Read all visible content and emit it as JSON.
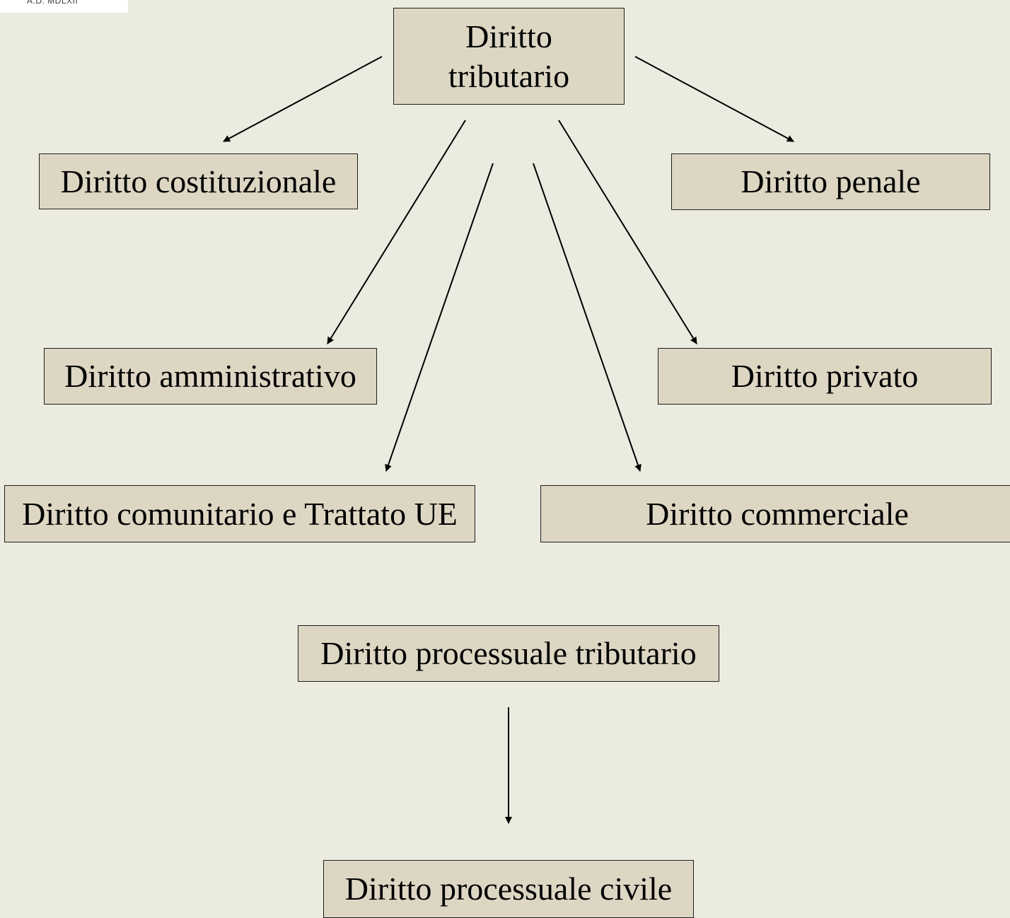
{
  "logo": {
    "text": "A.D. MDLXII"
  },
  "nodes": {
    "root": "Diritto tributario",
    "costituzionale": "Diritto costituzionale",
    "penale": "Diritto penale",
    "amministrativo": "Diritto amministrativo",
    "privato": "Diritto privato",
    "comunitario": "Diritto comunitario e Trattato UE",
    "commerciale": "Diritto commerciale",
    "processuale_tributario": "Diritto processuale tributario",
    "processuale_civile": "Diritto processuale civile"
  },
  "edges": [
    {
      "from": "root",
      "to": "costituzionale"
    },
    {
      "from": "root",
      "to": "penale"
    },
    {
      "from": "root",
      "to": "amministrativo"
    },
    {
      "from": "root",
      "to": "privato"
    },
    {
      "from": "root",
      "to": "comunitario"
    },
    {
      "from": "root",
      "to": "commerciale"
    },
    {
      "from": "processuale_tributario",
      "to": "processuale_civile"
    }
  ],
  "colors": {
    "background": "#ecebe0",
    "box_fill": "#dcd6c3",
    "box_border": "#1e1e1e",
    "arrow": "#000000"
  }
}
